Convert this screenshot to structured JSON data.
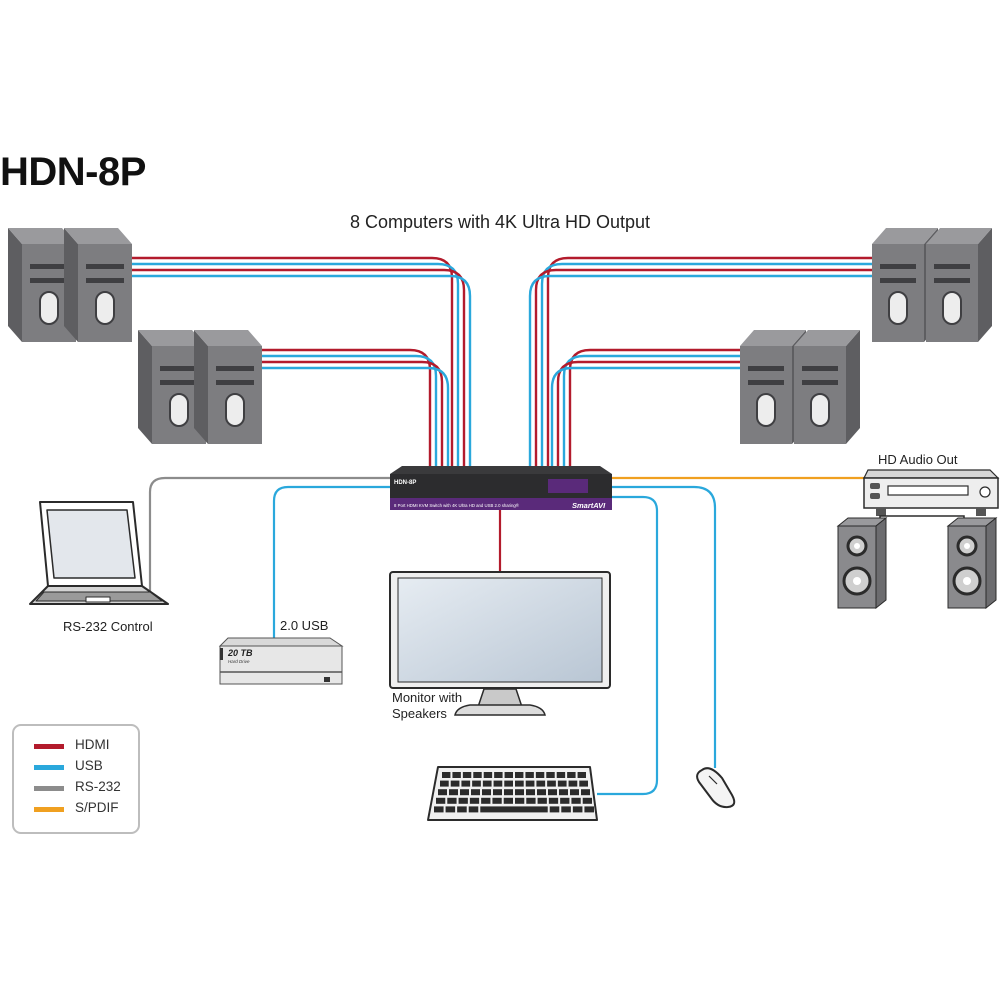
{
  "title": "HDN-8P",
  "subtitle": "8 Computers with 4K Ultra HD Output",
  "switch": {
    "model": "HDN-8P",
    "caption": "8 Port HDMI KVM Switch with 4K Ultra HD and USB 2.0 sharing®",
    "brand": "SmartAVI"
  },
  "devices": {
    "rs232_label": "RS-232 Control",
    "usb_label": "2.0 USB",
    "drive_label": "20 TB",
    "drive_sublabel": "Hard Drive",
    "monitor_label_line1": "Monitor with",
    "monitor_label_line2": "Speakers",
    "audio_label": "HD Audio Out"
  },
  "legend": [
    {
      "label": "HDMI",
      "color": "#b31b2c"
    },
    {
      "label": "USB",
      "color": "#2aa8dc"
    },
    {
      "label": "RS-232",
      "color": "#8c8c8c"
    },
    {
      "label": "S/PDIF",
      "color": "#f0a020"
    }
  ],
  "colors": {
    "hdmi": "#b31b2c",
    "usb": "#2aa8dc",
    "rs232": "#8c8c8c",
    "spdif": "#f0a020",
    "switch_body": "#5a2a7a",
    "tower": "#7d7d80"
  }
}
